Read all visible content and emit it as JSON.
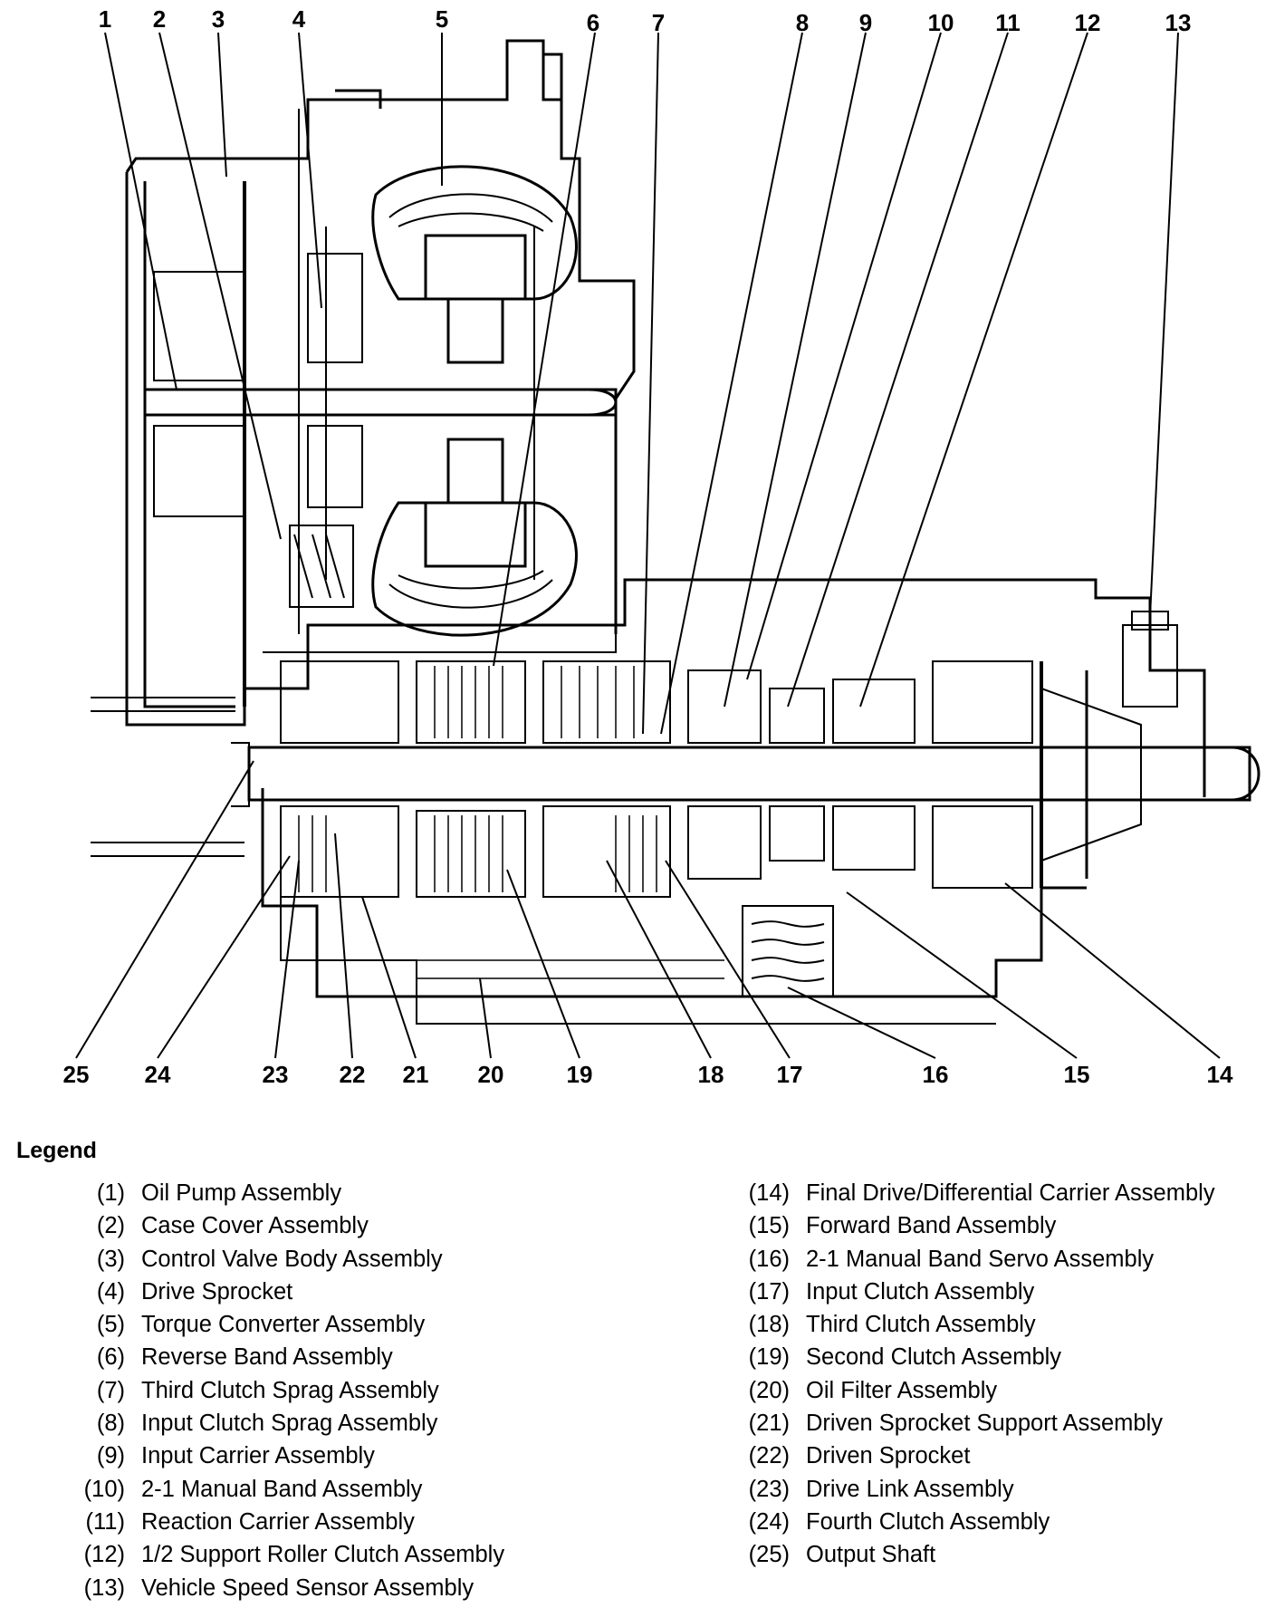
{
  "callouts": {
    "top": [
      "1",
      "2",
      "3",
      "4",
      "5",
      "6",
      "7",
      "8",
      "9",
      "10",
      "11",
      "12",
      "13"
    ],
    "bottom": [
      "25",
      "24",
      "23",
      "22",
      "21",
      "20",
      "19",
      "18",
      "17",
      "16",
      "15",
      "14"
    ]
  },
  "legend": {
    "title": "Legend",
    "left": [
      {
        "num": "(1)",
        "text": "Oil Pump Assembly"
      },
      {
        "num": "(2)",
        "text": "Case Cover Assembly"
      },
      {
        "num": "(3)",
        "text": "Control Valve Body Assembly"
      },
      {
        "num": "(4)",
        "text": "Drive Sprocket"
      },
      {
        "num": "(5)",
        "text": "Torque Converter Assembly"
      },
      {
        "num": "(6)",
        "text": "Reverse Band Assembly"
      },
      {
        "num": "(7)",
        "text": "Third Clutch Sprag Assembly"
      },
      {
        "num": "(8)",
        "text": "Input Clutch Sprag Assembly"
      },
      {
        "num": "(9)",
        "text": "Input Carrier Assembly"
      },
      {
        "num": "(10)",
        "text": "2-1 Manual Band Assembly"
      },
      {
        "num": "(11)",
        "text": "Reaction Carrier Assembly"
      },
      {
        "num": "(12)",
        "text": "1/2 Support Roller Clutch Assembly"
      },
      {
        "num": "(13)",
        "text": "Vehicle Speed Sensor Assembly"
      }
    ],
    "right": [
      {
        "num": "(14)",
        "text": "Final Drive/Differential Carrier Assembly"
      },
      {
        "num": "(15)",
        "text": "Forward Band Assembly"
      },
      {
        "num": "(16)",
        "text": "2-1 Manual Band Servo Assembly"
      },
      {
        "num": "(17)",
        "text": "Input Clutch Assembly"
      },
      {
        "num": "(18)",
        "text": "Third Clutch Assembly"
      },
      {
        "num": "(19)",
        "text": "Second Clutch Assembly"
      },
      {
        "num": "(20)",
        "text": "Oil Filter Assembly"
      },
      {
        "num": "(21)",
        "text": "Driven Sprocket Support Assembly"
      },
      {
        "num": "(22)",
        "text": "Driven Sprocket"
      },
      {
        "num": "(23)",
        "text": "Drive Link Assembly"
      },
      {
        "num": "(24)",
        "text": "Fourth Clutch Assembly"
      },
      {
        "num": "(25)",
        "text": "Output Shaft"
      }
    ]
  }
}
